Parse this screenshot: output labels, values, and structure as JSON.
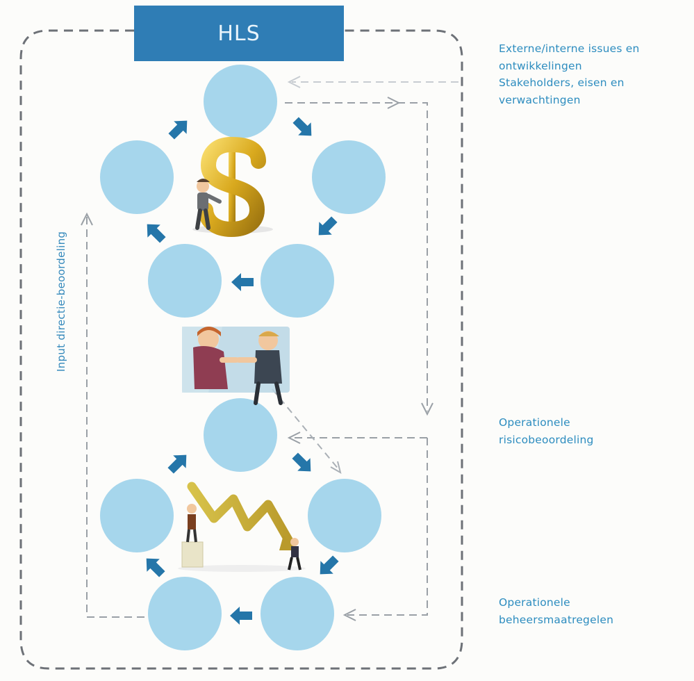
{
  "header": {
    "title": "HLS"
  },
  "side_labels": {
    "top": [
      "Externe/interne issues en",
      "ontwikkelingen",
      "Stakeholders, eisen en",
      "verwachtingen"
    ],
    "middle": [
      "Operationele",
      "risicobeoordeling"
    ],
    "bottom": [
      "Operationele",
      "beheersmaatregelen"
    ]
  },
  "vertical_label": "Input directie-beoordeling",
  "colors": {
    "header_blue": "#2f7db5",
    "circle_blue": "#a6d6ec",
    "arrow_blue": "#2576a9",
    "label_blue": "#2c8cbf",
    "dash_gray": "#7c8086"
  },
  "icons": [
    "dollar-sign-icon",
    "handshake-icon",
    "line-graph-icon"
  ]
}
